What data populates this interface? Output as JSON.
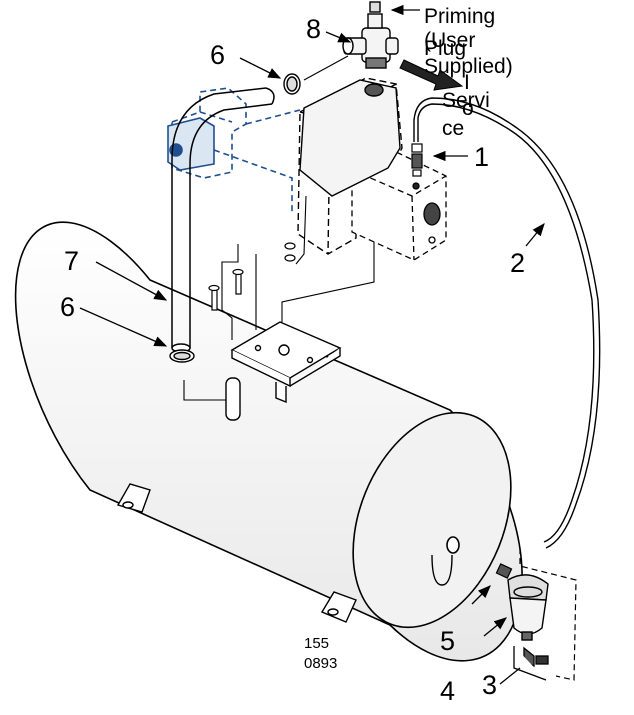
{
  "callouts": {
    "c1": "1",
    "c2": "2",
    "c3": "3",
    "c4": "4",
    "c5": "5",
    "c6_top": "6",
    "c6_mid": "6",
    "c7": "7",
    "c8": "8"
  },
  "notes": {
    "priming_lines": [
      "Priming",
      "(User",
      "Supplied)"
    ],
    "plug_lines": [
      "Plug",
      "I",
      "Servi",
      "ce"
    ],
    "plug_overlap": "o"
  },
  "figure_id": {
    "line1": "155",
    "line2": "0893"
  },
  "colors": {
    "line": "#000000",
    "hidden_part": "#1f4f8f",
    "part_fill": "#f4f4f4",
    "tank_fill": "#f7f7f7"
  }
}
